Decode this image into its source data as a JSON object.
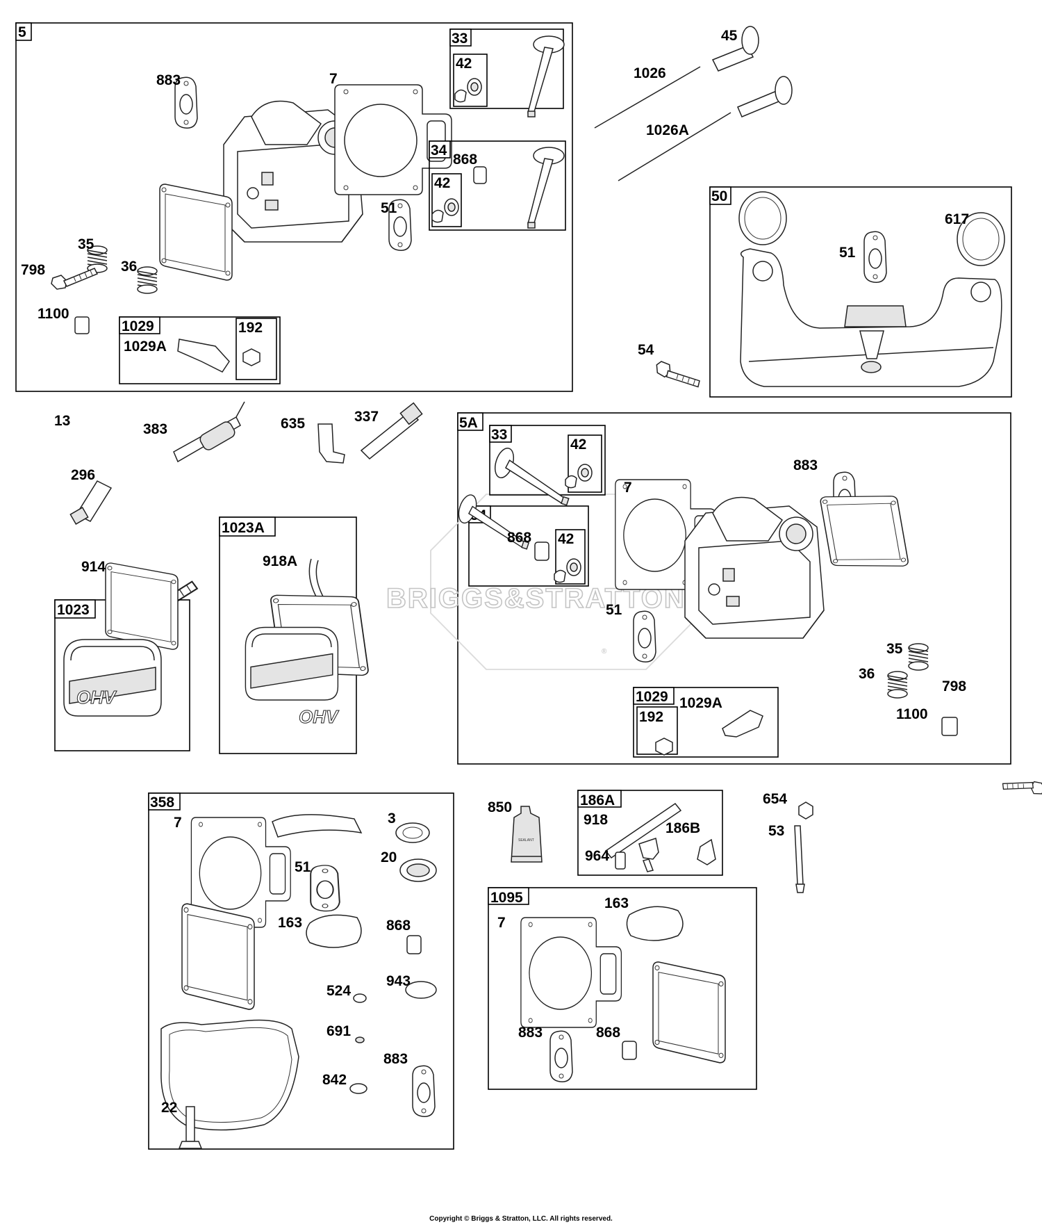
{
  "copyright": "Copyright © Briggs & Stratton, LLC. All rights reserved.",
  "watermark": {
    "text": "BRIGGS&STRATTON",
    "reg": "®"
  },
  "cover_text": "OHV",
  "sealant_text": "SEALANT",
  "groups": {
    "g5": "5",
    "g33": "33",
    "g42": "42",
    "g34": "34",
    "g42b": "42",
    "g1029": "1029",
    "g192": "192",
    "g50": "50",
    "g5a": "5A",
    "g5a_33": "33",
    "g5a_42": "42",
    "g5a_34": "34",
    "g5a_42b": "42",
    "g5a_1029": "1029",
    "g5a_192": "192",
    "g1023a": "1023A",
    "g1023": "1023",
    "g358": "358",
    "g186a": "186A",
    "g1095": "1095"
  },
  "labels": {
    "l883": "883",
    "l7": "7",
    "l868": "868",
    "l51": "51",
    "l35": "35",
    "l798": "798",
    "l36": "36",
    "l1100": "1100",
    "l1029a": "1029A",
    "l45": "45",
    "l1026": "1026",
    "l1026a": "1026A",
    "l617": "617",
    "l51b": "51",
    "l54": "54",
    "l13": "13",
    "l383": "383",
    "l635": "635",
    "l337": "337",
    "l296": "296",
    "l914": "914",
    "l918a": "918A",
    "l5a_883": "883",
    "l5a_7": "7",
    "l5a_868": "868",
    "l5a_51": "51",
    "l5a_35": "35",
    "l5a_36": "36",
    "l5a_798": "798",
    "l5a_1100": "1100",
    "l5a_1029a": "1029A",
    "s_7": "7",
    "s_3": "3",
    "s_51": "51",
    "s_20": "20",
    "s_163": "163",
    "s_868": "868",
    "s_524": "524",
    "s_943": "943",
    "s_691": "691",
    "s_883": "883",
    "s_842": "842",
    "s_22": "22",
    "l850": "850",
    "l918": "918",
    "l186b": "186B",
    "l964": "964",
    "l654": "654",
    "l53": "53",
    "k_7": "7",
    "k_163": "163",
    "k_883": "883",
    "k_868": "868"
  }
}
